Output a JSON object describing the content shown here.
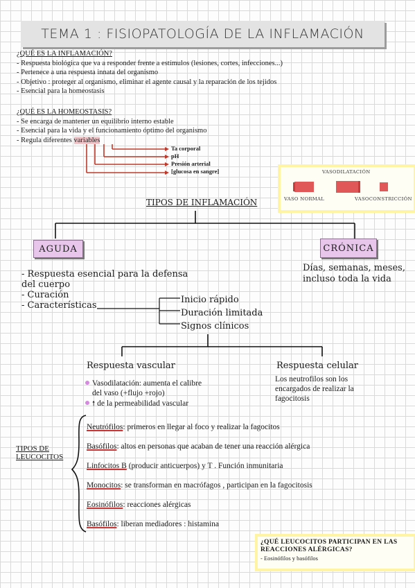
{
  "title": "TEMA 1 : FISIOPATOLOGÍA DE LA INFLAMACIÓN",
  "inflamacion": {
    "heading": "¿QUÉ ES LA INFLAMACIÓN?",
    "lines": [
      "- Respuesta biológica que va a responder frente a estímulos (lesiones, cortes, infecciones...)",
      "- Pertenece a una respuesta innata del organismo",
      "- Objetivo : proteger al organismo, eliminar el agente causal y la reparación de los tejidos",
      "- Esencial para la homeostasis"
    ]
  },
  "homeostasis": {
    "heading": "¿QUÉ ES LA HOMEOSTASIS?",
    "lines": [
      "- Se encarga de mantener un equilibrio interno estable",
      "- Esencial para la vida y el funcionamiento óptimo del organismo"
    ],
    "regula_prefix": "- Regula diferentes ",
    "regula_highlight": "variables",
    "variables": [
      "Ta corporal",
      "pH",
      "Presión arterial",
      "[glucosa en sangre]"
    ]
  },
  "vaso": {
    "title": "VASODILATACIÓN",
    "normal": "VASO NORMAL",
    "constriccion": "VASOCONSTRICCIÓN"
  },
  "tipos": {
    "heading": "TIPOS DE INFLAMACIÓN",
    "aguda": "AGUDA",
    "cronica": "CRÓNICA",
    "cronica_desc": [
      "Días, semanas, meses,",
      "incluso toda la vida"
    ],
    "aguda_desc": [
      "- Respuesta esencial para la defensa",
      "del cuerpo",
      "- Curación",
      "- Características"
    ],
    "caracteristicas": [
      "Inicio rápido",
      "Duración limitada",
      "Signos clínicos"
    ]
  },
  "respuestas": {
    "vascular_title": "Respuesta vascular",
    "vascular_1": [
      "Vasodilatación: aumenta el calibre",
      "del vaso (+flujo +rojo)"
    ],
    "vascular_2": "de la permeabilidad vascular",
    "arrow_symbol": "🠕",
    "celular_title": "Respuesta celular",
    "celular_desc": [
      "Los neutrofilos son los",
      "encargados de realizar la",
      "fagocitosis"
    ]
  },
  "leucocitos": {
    "label": [
      "TIPOS DE",
      "LEUCOCITOS"
    ],
    "items": [
      {
        "name": "Neutrófilos",
        "desc": ": primeros en llegar al foco y realizar la fagocitos"
      },
      {
        "name": "Basófilos",
        "desc": ": altos en personas que acaban de tener una reacción alérgica"
      },
      {
        "name": "Linfocitos B",
        "desc": " (producir anticuerpos) y T . Función inmunitaria"
      },
      {
        "name": "Monocitos",
        "desc": ": se transforman en macrófagos , participan en la fagocitosis"
      },
      {
        "name": "Eosinófilos",
        "desc": ": reacciones alérgicas"
      },
      {
        "name": "Basófilos",
        "desc": ": liberan mediadores : histamina"
      }
    ]
  },
  "alergicas": {
    "question": [
      "¿QUÉ LEUCOCITOS PARTICIPAN EN LAS",
      "REACCIONES ALÉRGICAS?"
    ],
    "answer": "- Eosinófilos y basófilos"
  },
  "colors": {
    "pill": "#e8c6ec",
    "highlight": "#f5c4c9",
    "yellow_border": "#fff3a4",
    "red": "#e05858"
  }
}
